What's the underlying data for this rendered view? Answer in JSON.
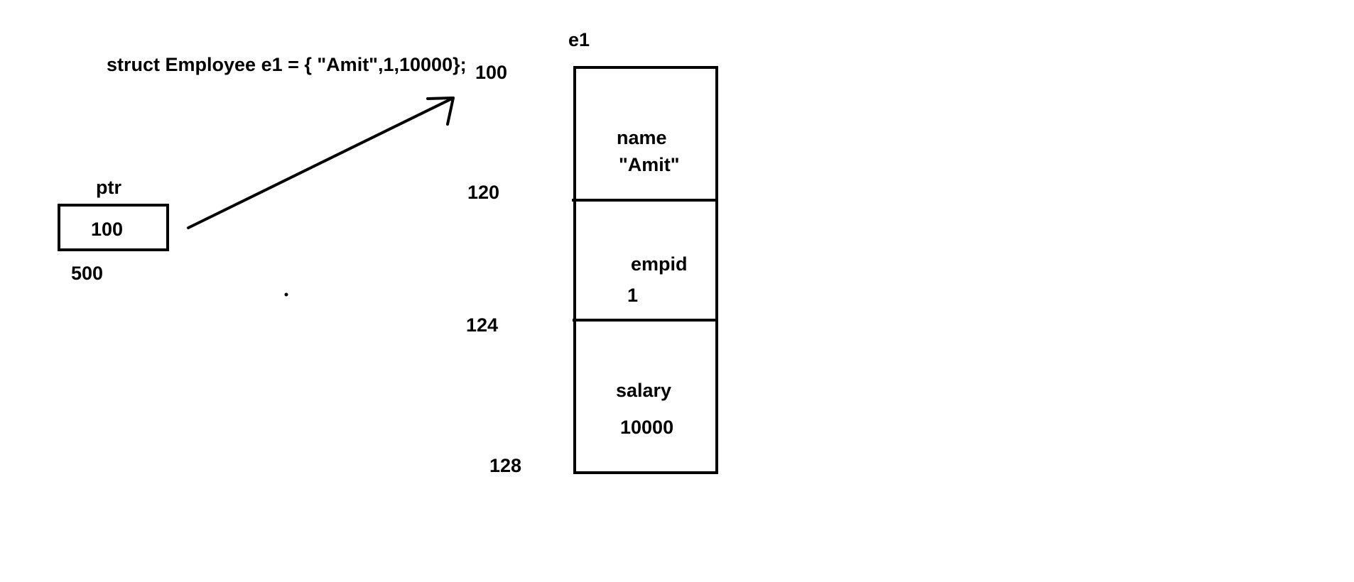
{
  "code_line": "struct Employee e1 = { \"Amit\",1,10000};",
  "pointer": {
    "name": "ptr",
    "value": "100",
    "address": "500"
  },
  "struct_var": {
    "name": "e1",
    "addresses": [
      "100",
      "120",
      "124",
      "128"
    ],
    "fields": [
      {
        "name": "name",
        "value": "\"Amit\""
      },
      {
        "name": "empid",
        "value": "1"
      },
      {
        "name": "salary",
        "value": "10000"
      }
    ]
  }
}
